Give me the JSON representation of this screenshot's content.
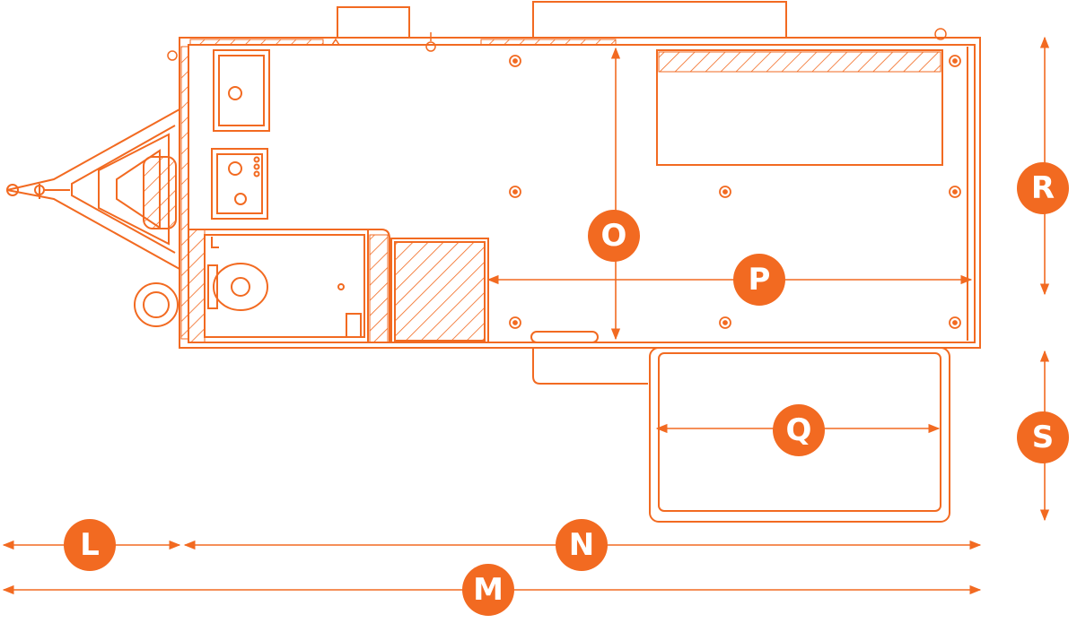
{
  "colors": {
    "line": "#f26a21",
    "badge_fill": "#f26a21",
    "badge_text": "#ffffff",
    "background": "#ffffff"
  },
  "labels": {
    "L": "L",
    "M": "M",
    "N": "N",
    "O": "O",
    "P": "P",
    "Q": "Q",
    "R": "R",
    "S": "S"
  }
}
